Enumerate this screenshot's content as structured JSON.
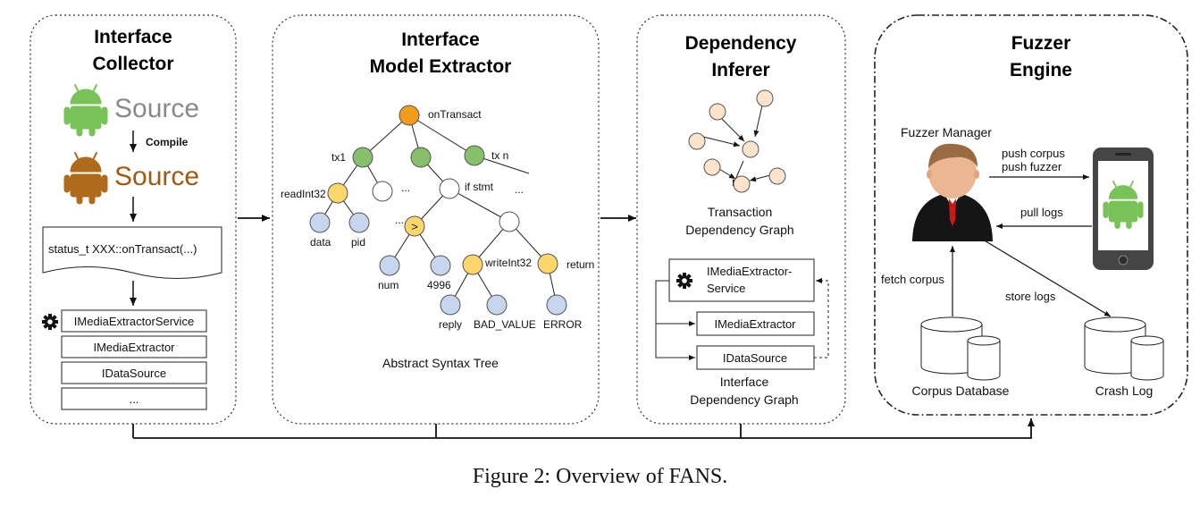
{
  "panels": {
    "collector": {
      "title_line1": "Interface",
      "title_line2": "Collector",
      "source_gray": "Source",
      "compile_label": "Compile",
      "source_brown": "Source",
      "code_label": "status_t XXX::onTransact(...)",
      "interfaces": [
        "IMediaExtractorService",
        "IMediaExtractor",
        "IDataSource",
        "..."
      ]
    },
    "extractor": {
      "title_line1": "Interface",
      "title_line2": "Model Extractor",
      "caption": "Abstract Syntax Tree",
      "labels": {
        "onTransact": "onTransact",
        "tx1": "tx1",
        "txn": "tx n",
        "readInt32": "readInt32",
        "dots1": "...",
        "ifstmt": "if stmt",
        "dots2": "...",
        "dots3": "...",
        "data": "data",
        "pid": "pid",
        "gt": ">",
        "num": "num",
        "n4996": "4996",
        "writeInt32": "writeInt32",
        "return": "return",
        "reply": "reply",
        "badvalue": "BAD_VALUE",
        "error": "ERROR"
      }
    },
    "inferer": {
      "title_line1": "Dependency",
      "title_line2": "Inferer",
      "tdg_line1": "Transaction",
      "tdg_line2": "Dependency Graph",
      "box1_line1": "IMediaExtractor-",
      "box1_line2": "Service",
      "box2": "IMediaExtractor",
      "box3": "IDataSource",
      "idg_line1": "Interface",
      "idg_line2": "Dependency Graph"
    },
    "fuzzer": {
      "title_line1": "Fuzzer",
      "title_line2": "Engine",
      "manager": "Fuzzer Manager",
      "push_corpus": "push corpus",
      "push_fuzzer": "push fuzzer",
      "pull_logs": "pull logs",
      "fetch_corpus": "fetch corpus",
      "store_logs": "store logs",
      "corpus_db": "Corpus Database",
      "crash_log": "Crash Log"
    }
  },
  "caption": "Figure 2: Overview of FANS.",
  "colors": {
    "android_green": "#78c257",
    "android_brown": "#b06a1c",
    "node_orange": "#f59b1c",
    "node_green": "#86c06a",
    "node_yellow": "#fbd66a",
    "node_blue": "#c5d6ee",
    "node_peach": "#fbe3cc"
  }
}
